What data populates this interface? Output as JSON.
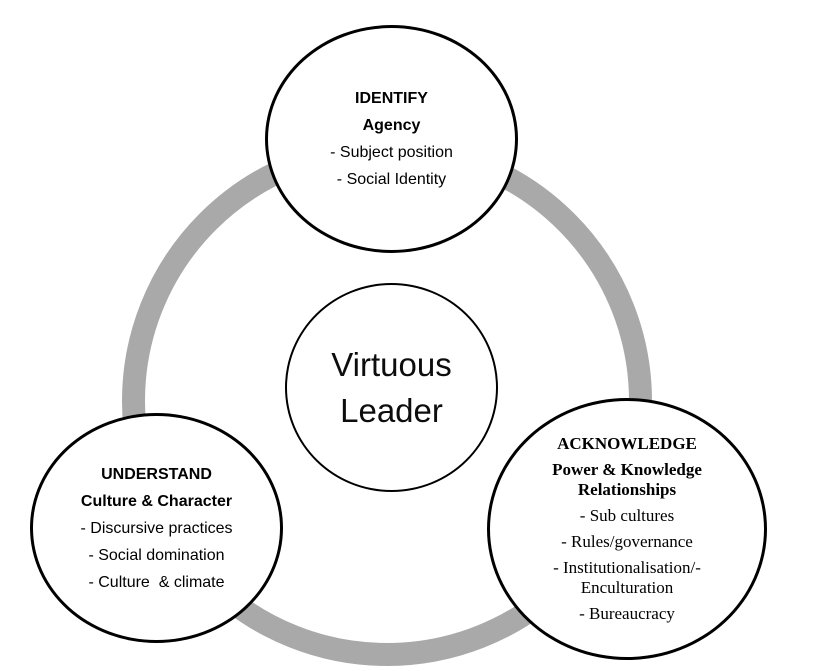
{
  "diagram": {
    "title": "Virtuous Leader model",
    "colors": {
      "ring": "#a9a9a9",
      "circle_border": "#000000",
      "background": "#ffffff",
      "text": "#000000"
    },
    "center": {
      "label": "Virtuous Leader"
    },
    "top": {
      "heading": "IDENTIFY",
      "subheading": "Agency",
      "items": [
        "- Subject position",
        "- Social Identity"
      ]
    },
    "left": {
      "heading": "UNDERSTAND",
      "subheading": "Culture & Character",
      "items": [
        "- Discursive practices",
        "- Social domination",
        "- Culture  & climate"
      ]
    },
    "right": {
      "heading": "ACKNOWLEDGE",
      "subheading": "Power & Knowledge Relationships",
      "items": [
        "- Sub cultures",
        "- Rules/governance",
        "- Institutionalisation/- Enculturation",
        "- Bureaucracy"
      ]
    }
  }
}
